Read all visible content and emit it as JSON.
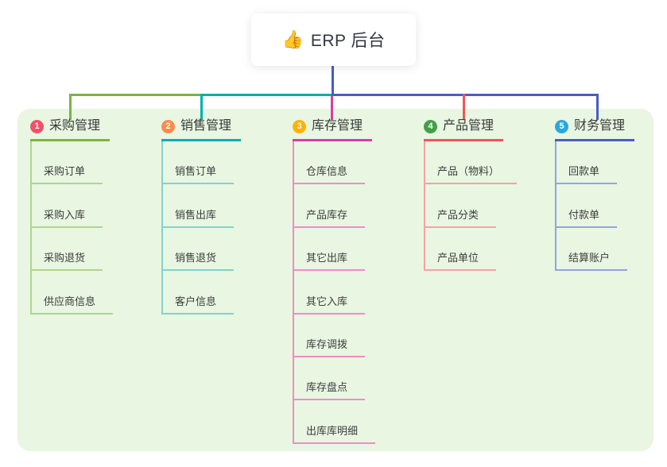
{
  "root": {
    "emoji": "👍",
    "title": "ERP 后台"
  },
  "canvas": {
    "panel_bg": "#e8f6e2",
    "root_connector_color": "#4a5cc4",
    "card_bg": "#ffffff"
  },
  "branches": [
    {
      "num": "1",
      "label": "采购管理",
      "accent_color": "#7db343",
      "light_color": "#aed68d",
      "badge_color": "#f0506a",
      "children": [
        "采购订单",
        "采购入库",
        "采购退货",
        "供应商信息"
      ]
    },
    {
      "num": "2",
      "label": "销售管理",
      "accent_color": "#00b0a8",
      "light_color": "#7fd4cb",
      "badge_color": "#fb8b4c",
      "children": [
        "销售订单",
        "销售出库",
        "销售退货",
        "客户信息"
      ]
    },
    {
      "num": "3",
      "label": "库存管理",
      "accent_color": "#d83fa5",
      "light_color": "#f08cc7",
      "badge_color": "#ffb300",
      "children": [
        "仓库信息",
        "产品库存",
        "其它出库",
        "其它入库",
        "库存调拨",
        "库存盘点",
        "出库库明细"
      ]
    },
    {
      "num": "4",
      "label": "产品管理",
      "accent_color": "#f05658",
      "light_color": "#f5a3a3",
      "badge_color": "#43a047",
      "children": [
        "产品（物料）",
        "产品分类",
        "产品单位"
      ]
    },
    {
      "num": "5",
      "label": "财务管理",
      "accent_color": "#4a5cc4",
      "light_color": "#93a4e0",
      "badge_color": "#29a8dd",
      "children": [
        "回款单",
        "付款单",
        "结算账户"
      ]
    }
  ]
}
